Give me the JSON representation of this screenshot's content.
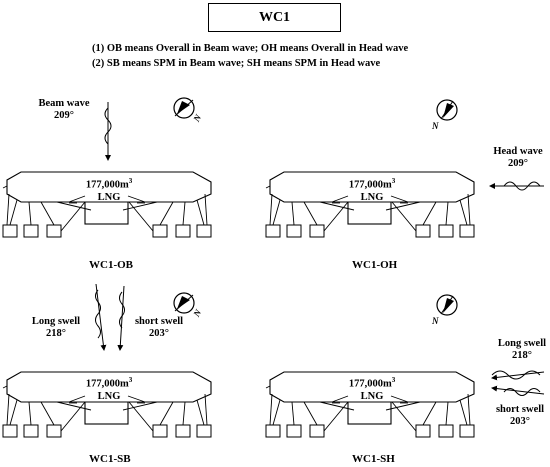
{
  "title": "WC1",
  "notes": [
    "(1) OB means Overall in Beam wave;   OH means Overall in Head wave",
    "(2) SB means SPM in Beam wave; SH means SPM in Head wave"
  ],
  "vessel": {
    "capacity": "177,000m",
    "capacity_sup": "3",
    "cargo": "LNG"
  },
  "panels": {
    "ob": {
      "caption": "WC1-OB",
      "wave_label": "Beam wave",
      "wave_dir": "209°"
    },
    "oh": {
      "caption": "WC1-OH",
      "wave_label": "Head wave",
      "wave_dir": "209°"
    },
    "sb": {
      "caption": "WC1-SB",
      "long_label": "Long swell",
      "long_dir": "218°",
      "short_label": "short swell",
      "short_dir": "203°"
    },
    "sh": {
      "caption": "WC1-SH",
      "long_label": "Long swell",
      "long_dir": "218°",
      "short_label": "short swell",
      "short_dir": "203°"
    }
  },
  "compass_letter": "N"
}
